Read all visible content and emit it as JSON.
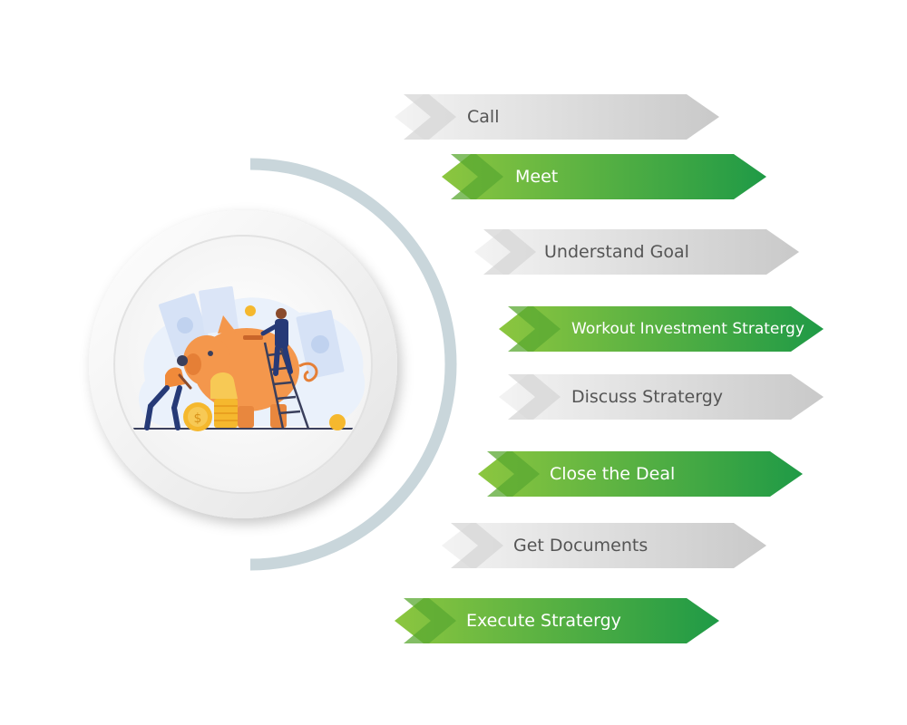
{
  "diagram": {
    "steps": [
      {
        "label": "Call",
        "variant": "gray"
      },
      {
        "label": "Meet",
        "variant": "green"
      },
      {
        "label": "Understand Goal",
        "variant": "gray"
      },
      {
        "label": "Workout Investment Stratergy",
        "variant": "green"
      },
      {
        "label": "Discuss Stratergy",
        "variant": "gray"
      },
      {
        "label": "Close the Deal",
        "variant": "green"
      },
      {
        "label": "Get Documents",
        "variant": "gray"
      },
      {
        "label": "Execute Stratergy",
        "variant": "green"
      }
    ]
  },
  "colors": {
    "green_light": "#8cc63f",
    "green_dark": "#1f9a46",
    "gray_light": "#f3f3f3",
    "gray_dark": "#c9c9c9",
    "gray_text": "#555555",
    "arc": "#c9d6db"
  },
  "icons": [
    "piggy-bank-illustration",
    "coin-icon",
    "banknote-icon",
    "ladder-icon"
  ]
}
